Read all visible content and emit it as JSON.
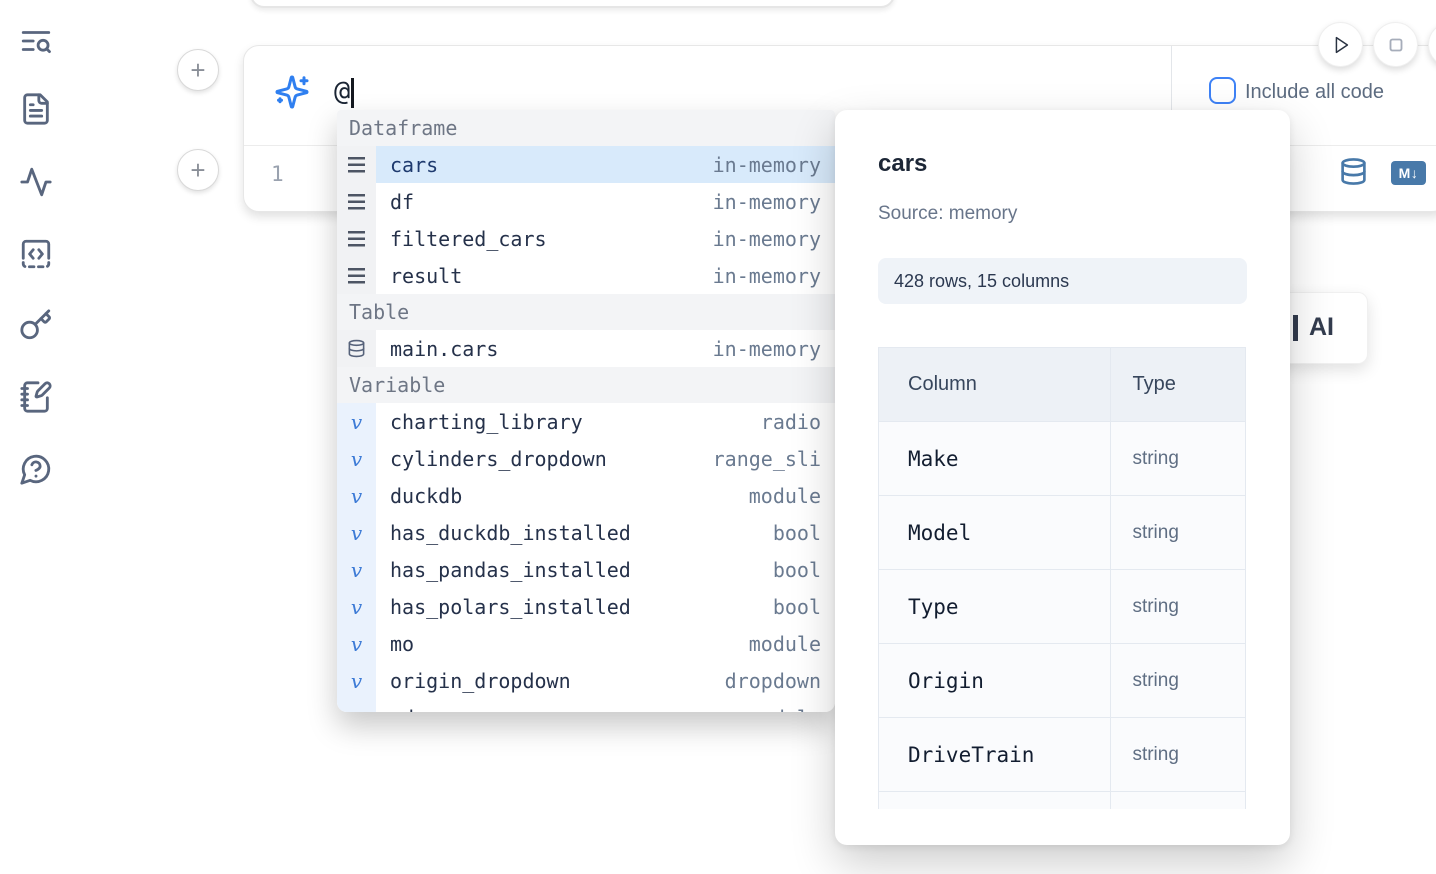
{
  "sidebar": {
    "icons": [
      {
        "name": "file-search-icon"
      },
      {
        "name": "file-document-icon"
      },
      {
        "name": "activity-icon"
      },
      {
        "name": "snippets-code-icon"
      },
      {
        "name": "key-icon"
      },
      {
        "name": "scratchpad-notebook-icon"
      },
      {
        "name": "help-chat-icon"
      }
    ]
  },
  "toolbar": {
    "run_button": "run",
    "stop_button": "stop"
  },
  "cell": {
    "prompt": {
      "value": "@"
    },
    "include_all_code_label": "Include all code",
    "line_number": "1",
    "markdown_badge": "M↓"
  },
  "dropdown": {
    "groups": [
      {
        "label": "Dataframe",
        "items": [
          {
            "name": "cars",
            "meta": "in-memory",
            "selected": true
          },
          {
            "name": "df",
            "meta": "in-memory"
          },
          {
            "name": "filtered_cars",
            "meta": "in-memory"
          },
          {
            "name": "result",
            "meta": "in-memory"
          }
        ]
      },
      {
        "label": "Table",
        "items": [
          {
            "name": "main.cars",
            "meta": "in-memory"
          }
        ]
      },
      {
        "label": "Variable",
        "items": [
          {
            "name": "charting_library",
            "meta": "radio"
          },
          {
            "name": "cylinders_dropdown",
            "meta": "range_sli"
          },
          {
            "name": "duckdb",
            "meta": "module"
          },
          {
            "name": "has_duckdb_installed",
            "meta": "bool"
          },
          {
            "name": "has_pandas_installed",
            "meta": "bool"
          },
          {
            "name": "has_polars_installed",
            "meta": "bool"
          },
          {
            "name": "mo",
            "meta": "module"
          },
          {
            "name": "origin_dropdown",
            "meta": "dropdown"
          },
          {
            "name": "pd",
            "meta": "module",
            "partial": true
          }
        ]
      }
    ],
    "variable_glyph": "v"
  },
  "preview": {
    "title": "cars",
    "source": "Source: memory",
    "badge": "428 rows, 15 columns",
    "table": {
      "headers": [
        "Column",
        "Type"
      ],
      "rows": [
        [
          "Make",
          "string"
        ],
        [
          "Model",
          "string"
        ],
        [
          "Type",
          "string"
        ],
        [
          "Origin",
          "string"
        ],
        [
          "DriveTrain",
          "string"
        ],
        [
          "",
          ""
        ]
      ]
    }
  },
  "ai_card": {
    "label": "AI"
  },
  "colors": {
    "accent_blue": "#3e82f6",
    "steel_blue": "#4879a9",
    "selected_row": "#d8eafb",
    "section_bg": "#f3f4f6",
    "badge_bg": "#eff3f8"
  }
}
